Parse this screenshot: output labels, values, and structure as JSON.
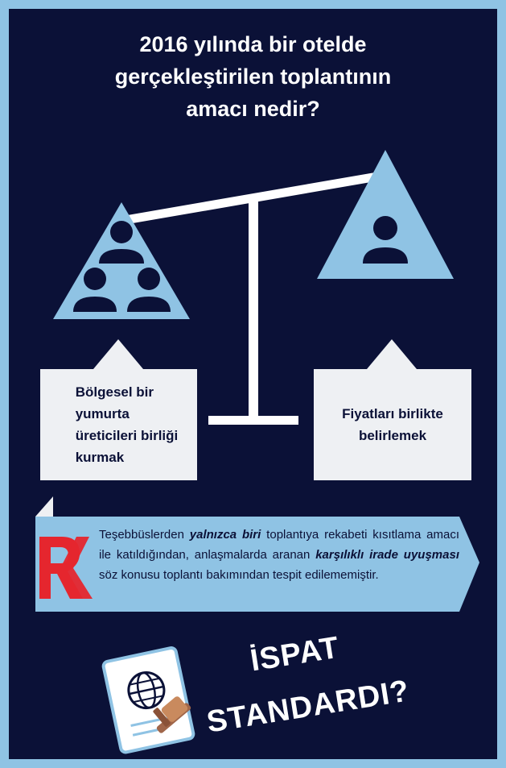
{
  "title": {
    "line1": "2016 yılında bir otelde",
    "line2": "gerçekleştirilen toplantının",
    "line3": "amacı nedir?"
  },
  "left_option": {
    "line1": "Bölgesel bir",
    "line2": "yumurta",
    "line3": "üreticileri birliği",
    "line4": "kurmak"
  },
  "right_option": {
    "line1": "Fiyatları birlikte",
    "line2": "belirlemek"
  },
  "note": {
    "part1": "Teşebbüslerden ",
    "bold1": "yalnızca biri",
    "part2": " toplantıya rekabeti kısıtlama amacı ile katıldığından, anlaşmalarda aranan ",
    "bold2": "karşılıklı irade uyuşması",
    "part3": " söz konusu toplantı bakımından tespit edilememiştir."
  },
  "logo": {
    "text": "RK",
    "color": "#e5262e"
  },
  "footer": {
    "line1": "İSPAT",
    "line2": "STANDARDI?"
  },
  "icons": [
    "group-people-icon",
    "single-person-icon",
    "document-globe-icon",
    "gavel-icon"
  ],
  "colors": {
    "background": "#0b1137",
    "accent": "#8fc3e4",
    "box": "#eef0f3",
    "logo_red": "#e5262e"
  }
}
